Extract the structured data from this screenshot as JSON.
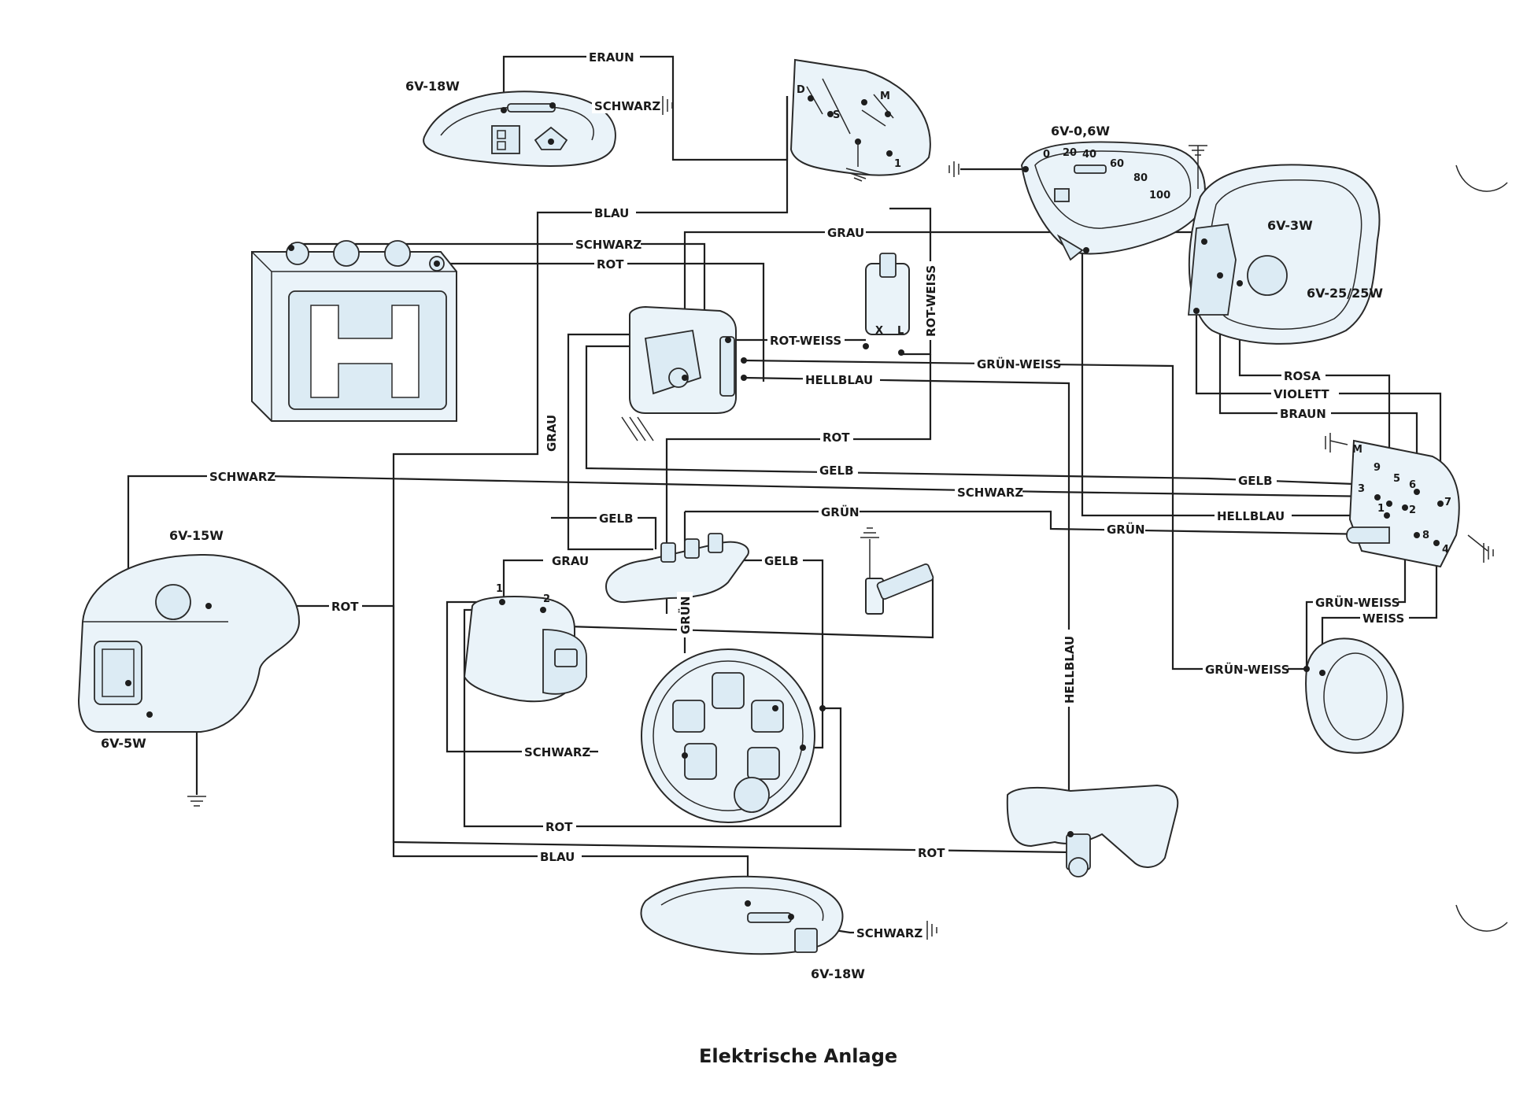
{
  "diagram": {
    "caption": "Elektrische Anlage",
    "colors": {
      "ink": "#1e1e1e",
      "component_fill": "#eaf3f9",
      "background": "#ffffff"
    },
    "components": {
      "headlamp_front_left": {
        "rating": "6V-18W"
      },
      "tail_lamp_rating": "6V-15W",
      "tail_lamp_stop_rating": "6V-5W",
      "speedometer_rating": "6V-0,6W",
      "speedometer_scale": [
        "0",
        "20",
        "40",
        "60",
        "80",
        "100"
      ],
      "headlight_parking_rating": "6V-3W",
      "headlight_main_rating": "6V-25/25W",
      "rear_indicator_rating": "6V-18W",
      "switch_terminals": {
        "d": "D",
        "s": "S",
        "m": "M",
        "one": "1"
      },
      "regulator_terminals": {
        "x": "X",
        "l": "L"
      },
      "coil_terminals": {
        "one": "1",
        "two": "2"
      },
      "junction_terminals": {
        "m": "M",
        "t9": "9",
        "t5": "5",
        "t6": "6",
        "t7": "7",
        "t3": "3",
        "t1": "1",
        "t2": "2",
        "t8": "8",
        "t4": "4"
      }
    },
    "wire_labels": {
      "braun_top": "ERAUN",
      "schwarz_top": "SCHWARZ",
      "blau_top": "BLAU",
      "schwarz_battery": "SCHWARZ",
      "rot_battery": "ROT",
      "grau_top": "GRAU",
      "rot_weiss_vertical": "ROT-WEISS",
      "rot_weiss_regulator": "ROT-WEISS",
      "gruen_weiss_regulator": "GRÜN-WEISS",
      "hellblau_regulator": "HELLBLAU",
      "rosa": "ROSA",
      "violett": "VIOLETT",
      "braun_right": "BRAUN",
      "grau_vertical": "GRAU",
      "rot_mid": "ROT",
      "gelb_mid": "GELB",
      "gelb_junction": "GELB",
      "schwarz_long": "SCHWARZ",
      "schwarz_mid": "SCHWARZ",
      "hellblau_junction": "HELLBLAU",
      "gruen_mid": "GRÜN",
      "gruen_junction": "GRÜN",
      "gelb_left": "GELB",
      "grau_low": "GRAU",
      "gelb_low": "GELB",
      "gruen_vertical": "GRÜN",
      "rot_tail": "ROT",
      "gruen_weiss_right": "GRÜN-WEISS",
      "weiss_right": "WEISS",
      "gruen_weiss_horn": "GRÜN-WEISS",
      "hellblau_vertical": "HELLBLAU",
      "schwarz_magneto": "SCHWARZ",
      "rot_magneto": "ROT",
      "rot_brake": "ROT",
      "blau_bottom": "BLAU",
      "schwarz_bottom": "SCHWARZ"
    }
  }
}
